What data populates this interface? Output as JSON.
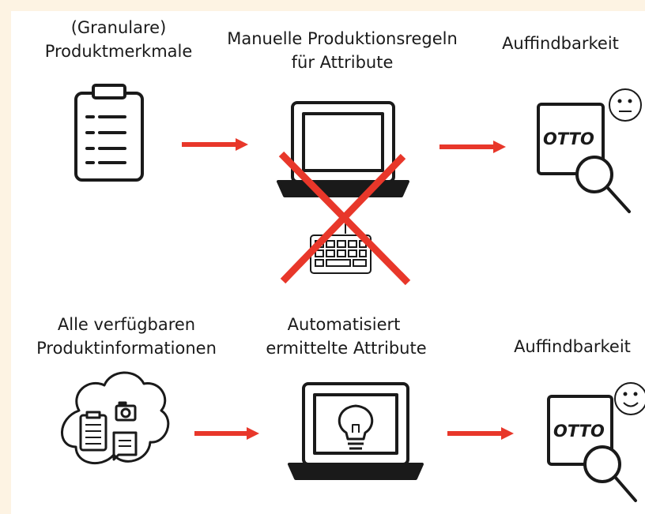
{
  "top_row": {
    "col1_line1": "(Granulare)",
    "col1_line2": "Produktmerkmale",
    "col2_line1": "Manuelle Produktionsregeln",
    "col2_line2": "für Attribute",
    "col3": "Auffindbarkeit",
    "logo_text": "OTTO"
  },
  "bottom_row": {
    "col1_line1": "Alle verfügbaren",
    "col1_line2": "Produktinformationen",
    "col2_line1": "Automatisiert",
    "col2_line2": "ermittelte Attribute",
    "col3": "Auffindbarkeit",
    "logo_text": "OTTO"
  },
  "colors": {
    "background": "#fdf3e3",
    "panel": "#ffffff",
    "arrow": "#e8372a",
    "cross": "#e8372a",
    "ink": "#1a1a1a"
  }
}
